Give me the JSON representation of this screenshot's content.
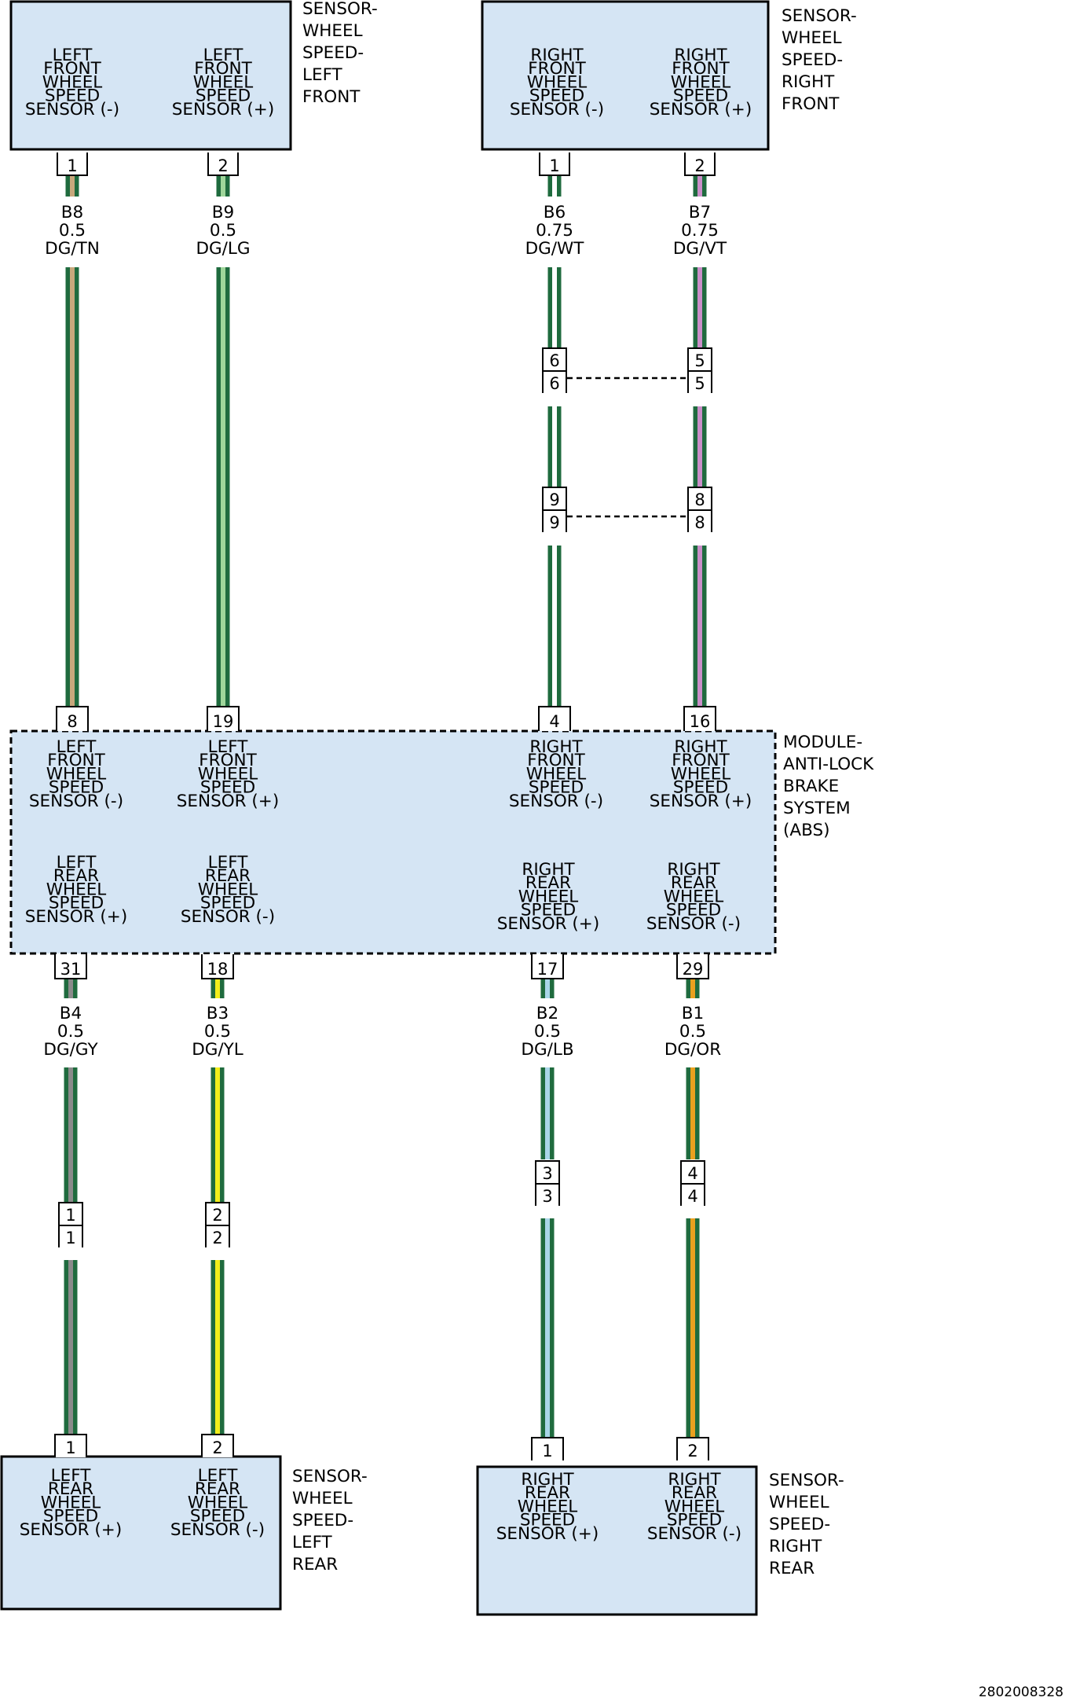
{
  "colors": {
    "component_fill": "#d5e5f4",
    "outline": "#000000",
    "dark_green": "#1f6b3e",
    "tan": "#c8a87c",
    "light_green": "#9fd69a",
    "white": "#ffffff",
    "violet": "#c98fc8",
    "gray": "#8a8a8a",
    "yellow": "#f2ee1b",
    "light_blue": "#a9d6e8",
    "orange": "#eaa11f"
  },
  "components": {
    "lf_sensor": {
      "name": [
        "SENSOR-",
        "WHEEL",
        "SPEED-",
        "LEFT",
        "FRONT"
      ],
      "pins": [
        {
          "lines": [
            "LEFT",
            "FRONT",
            "WHEEL",
            "SPEED",
            "SENSOR (-)"
          ]
        },
        {
          "lines": [
            "LEFT",
            "FRONT",
            "WHEEL",
            "SPEED",
            "SENSOR (+)"
          ]
        }
      ]
    },
    "rf_sensor": {
      "name": [
        "SENSOR-",
        "WHEEL",
        "SPEED-",
        "RIGHT",
        "FRONT"
      ],
      "pins": [
        {
          "lines": [
            "RIGHT",
            "FRONT",
            "WHEEL",
            "SPEED",
            "SENSOR (-)"
          ]
        },
        {
          "lines": [
            "RIGHT",
            "FRONT",
            "WHEEL",
            "SPEED",
            "SENSOR (+)"
          ]
        }
      ]
    },
    "abs_module": {
      "name": [
        "MODULE-",
        "ANTI-LOCK",
        "BRAKE",
        "SYSTEM",
        "(ABS)"
      ],
      "pins": [
        {
          "lines": [
            "LEFT",
            "FRONT",
            "WHEEL",
            "SPEED",
            "SENSOR (-)"
          ]
        },
        {
          "lines": [
            "LEFT",
            "FRONT",
            "WHEEL",
            "SPEED",
            "SENSOR (+)"
          ]
        },
        {
          "lines": [
            "RIGHT",
            "FRONT",
            "WHEEL",
            "SPEED",
            "SENSOR (-)"
          ]
        },
        {
          "lines": [
            "RIGHT",
            "FRONT",
            "WHEEL",
            "SPEED",
            "SENSOR (+)"
          ]
        },
        {
          "lines": [
            "LEFT",
            "REAR",
            "WHEEL",
            "SPEED",
            "SENSOR (+)"
          ]
        },
        {
          "lines": [
            "LEFT",
            "REAR",
            "WHEEL",
            "SPEED",
            "SENSOR (-)"
          ]
        },
        {
          "lines": [
            "RIGHT",
            "REAR",
            "WHEEL",
            "SPEED",
            "SENSOR (+)"
          ]
        },
        {
          "lines": [
            "RIGHT",
            "REAR",
            "WHEEL",
            "SPEED",
            "SENSOR (-)"
          ]
        }
      ]
    },
    "lr_sensor": {
      "name": [
        "SENSOR-",
        "WHEEL",
        "SPEED-",
        "LEFT",
        "REAR"
      ],
      "pins": [
        {
          "lines": [
            "LEFT",
            "REAR",
            "WHEEL",
            "SPEED",
            "SENSOR (+)"
          ]
        },
        {
          "lines": [
            "LEFT",
            "REAR",
            "WHEEL",
            "SPEED",
            "SENSOR (-)"
          ]
        }
      ]
    },
    "rr_sensor": {
      "name": [
        "SENSOR-",
        "WHEEL",
        "SPEED-",
        "RIGHT",
        "REAR"
      ],
      "pins": [
        {
          "lines": [
            "RIGHT",
            "REAR",
            "WHEEL",
            "SPEED",
            "SENSOR (+)"
          ]
        },
        {
          "lines": [
            "RIGHT",
            "REAR",
            "WHEEL",
            "SPEED",
            "SENSOR (-)"
          ]
        }
      ]
    }
  },
  "wires": [
    {
      "circuit": "B8",
      "size": "0.5",
      "color": "DG/TN",
      "stripe": "tan"
    },
    {
      "circuit": "B9",
      "size": "0.5",
      "color": "DG/LG",
      "stripe": "light_green"
    },
    {
      "circuit": "B6",
      "size": "0.75",
      "color": "DG/WT",
      "stripe": "white"
    },
    {
      "circuit": "B7",
      "size": "0.75",
      "color": "DG/VT",
      "stripe": "violet"
    },
    {
      "circuit": "B4",
      "size": "0.5",
      "color": "DG/GY",
      "stripe": "gray"
    },
    {
      "circuit": "B3",
      "size": "0.5",
      "color": "DG/YL",
      "stripe": "yellow"
    },
    {
      "circuit": "B2",
      "size": "0.5",
      "color": "DG/LB",
      "stripe": "light_blue"
    },
    {
      "circuit": "B1",
      "size": "0.5",
      "color": "DG/OR",
      "stripe": "orange"
    }
  ],
  "pin_numbers": {
    "lf_sensor": [
      "1",
      "2"
    ],
    "rf_sensor": [
      "1",
      "2"
    ],
    "inline_rf_top": [
      "6",
      "5",
      "6",
      "5"
    ],
    "inline_rf_bottom": [
      "9",
      "8",
      "9",
      "8"
    ],
    "abs_top": [
      "8",
      "19",
      "4",
      "16"
    ],
    "abs_bottom": [
      "31",
      "18",
      "17",
      "29"
    ],
    "inline_lr": [
      "1",
      "2",
      "1",
      "2"
    ],
    "inline_rr": [
      "3",
      "4",
      "3",
      "4"
    ],
    "lr_sensor": [
      "1",
      "2"
    ],
    "rr_sensor": [
      "1",
      "2"
    ]
  },
  "figure_id": "2802008328"
}
